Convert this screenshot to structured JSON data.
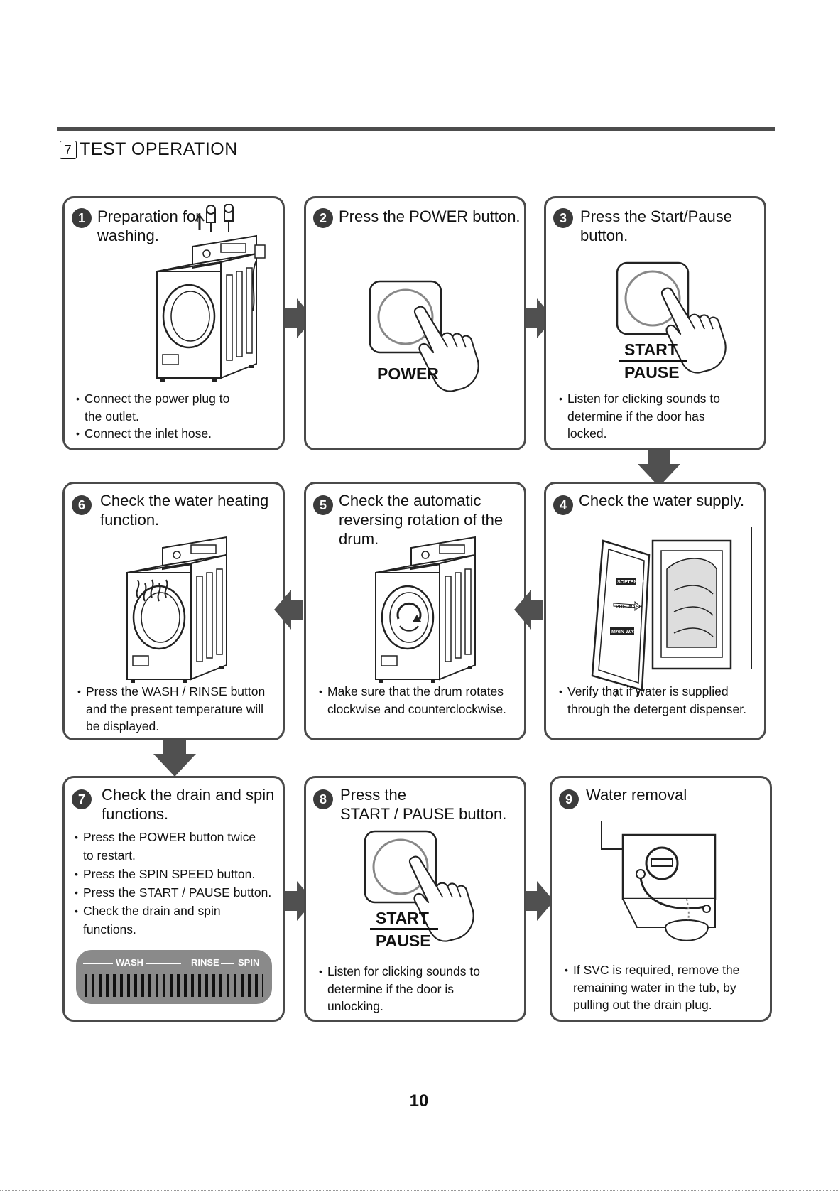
{
  "section": {
    "number": "7",
    "title": "TEST OPERATION"
  },
  "steps": {
    "s1": {
      "num": "1",
      "title_l1": "Preparation for",
      "title_l2": "washing.",
      "bullets": [
        "Connect the power plug to",
        "the outlet.",
        "Connect the inlet hose."
      ]
    },
    "s2": {
      "num": "2",
      "title_l1": "Press the POWER button.",
      "button_label": "POWER"
    },
    "s3": {
      "num": "3",
      "title_l1": "Press the Start/Pause",
      "title_l2": "button.",
      "button_top": "START",
      "button_bottom": "PAUSE",
      "bullets": [
        "Listen for clicking sounds to",
        "determine if the door has",
        "locked."
      ]
    },
    "s4": {
      "num": "4",
      "title_l1": "Check the water supply.",
      "bullets": [
        "Verify that if water is supplied",
        "through the detergent dispenser."
      ],
      "dispenser_labels": [
        "SOFTENER",
        "PRE-WASH",
        "MAIN WASH"
      ]
    },
    "s5": {
      "num": "5",
      "title_l1": "Check the automatic",
      "title_l2": "reversing rotation of the",
      "title_l3": "drum.",
      "bullets": [
        "Make sure that the drum rotates",
        "clockwise and  counterclockwise."
      ]
    },
    "s6": {
      "num": "6",
      "title_l1": "Check the water heating",
      "title_l2": "function.",
      "bullets": [
        "Press the WASH / RINSE button",
        "and  the present temperature will",
        "be displayed."
      ]
    },
    "s7": {
      "num": "7",
      "title_l1": "Check the drain and spin",
      "title_l2": "functions.",
      "bullets": [
        "Press the POWER button twice",
        "to restart.",
        "Press the SPIN SPEED button.",
        "Press the START / PAUSE  button.",
        "Check the drain and spin",
        "functions."
      ],
      "display": {
        "wash": "WASH",
        "rinse": "RINSE",
        "spin": "SPIN"
      }
    },
    "s8": {
      "num": "8",
      "title_l1": "Press the",
      "title_l2": "START / PAUSE button.",
      "button_top": "START",
      "button_bottom": "PAUSE",
      "bullets": [
        "Listen for clicking sounds to",
        "determine if the door is",
        "unlocking."
      ]
    },
    "s9": {
      "num": "9",
      "title_l1": "Water removal",
      "bullets": [
        "If SVC is required, remove  the",
        "remaining water in the tub, by",
        "pulling out the drain plug."
      ]
    }
  },
  "page_number": "10",
  "colors": {
    "frame": "#4a4a4a",
    "arrow": "#505050",
    "badge": "#3b3b3b"
  }
}
